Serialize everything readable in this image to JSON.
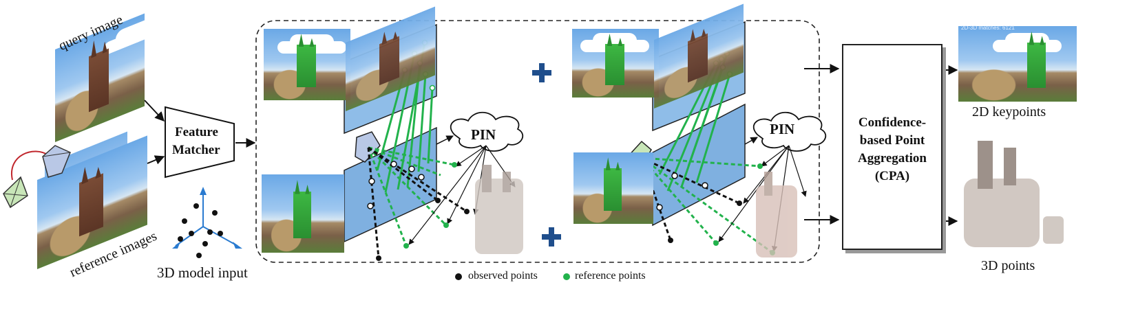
{
  "labels": {
    "query_image": "query image",
    "reference_images": "reference images",
    "model_input": "3D model input",
    "feature_matcher_line1": "Feature",
    "feature_matcher_line2": "Matcher",
    "pin_left": "PIN",
    "pin_right": "PIN",
    "cpa": "Confidence-\nbased Point\nAggregation\n(CPA)",
    "keypoints": "2D keypoints",
    "points3d": "3D points",
    "matches_overlay": "2D-3D matches: 6121",
    "legend_observed": "observed points",
    "legend_reference": "reference points"
  },
  "colors": {
    "observed": "#111111",
    "reference": "#22b24c",
    "plus": "#1f4e8c",
    "camera_fill": "#c8e6b8",
    "camera_blue": "#b9c8e6"
  }
}
